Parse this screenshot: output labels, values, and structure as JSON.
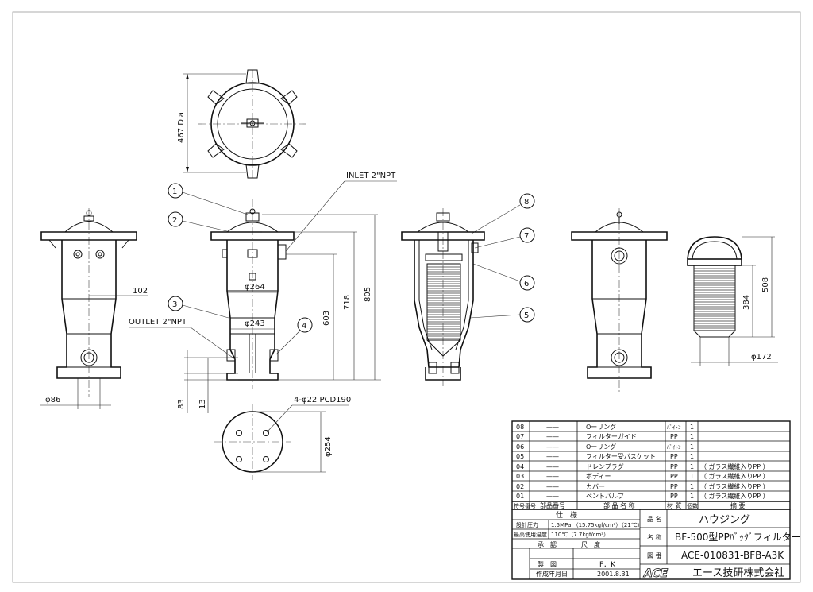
{
  "drawing": {
    "callouts": [
      "1",
      "2",
      "3",
      "4",
      "5",
      "6",
      "7",
      "8"
    ],
    "labels": {
      "inlet": "INLET  2\"NPT",
      "outlet": "OUTLET  2\"NPT",
      "bolt": "4-φ22  PCD190"
    },
    "dims": {
      "dia_top": "467 Dia",
      "d102": "102",
      "d86": "φ86",
      "d264": "φ264",
      "d243": "φ243",
      "d603": "603",
      "d718": "718",
      "d805": "805",
      "d83": "83",
      "d13": "13",
      "d254": "φ254",
      "d508": "508",
      "d384": "384",
      "d172": "φ172"
    }
  },
  "parts_list": {
    "rows": [
      {
        "no": "08",
        "part_no": "——",
        "name": "Oーリング",
        "material": "ﾊﾞｲﾄﾝ",
        "qty": "1",
        "note": ""
      },
      {
        "no": "07",
        "part_no": "——",
        "name": "フィルターガイド",
        "material": "PP",
        "qty": "1",
        "note": ""
      },
      {
        "no": "06",
        "part_no": "——",
        "name": "Oーリング",
        "material": "ﾊﾞｲﾄﾝ",
        "qty": "1",
        "note": ""
      },
      {
        "no": "05",
        "part_no": "——",
        "name": "フィルター受バスケット",
        "material": "PP",
        "qty": "1",
        "note": ""
      },
      {
        "no": "04",
        "part_no": "——",
        "name": "ドレンプラグ",
        "material": "PP",
        "qty": "1",
        "note": "（ ガラス繊維入りPP ）"
      },
      {
        "no": "03",
        "part_no": "——",
        "name": "ボディー",
        "material": "PP",
        "qty": "1",
        "note": "（ ガラス繊維入りPP ）"
      },
      {
        "no": "02",
        "part_no": "——",
        "name": "カバー",
        "material": "PP",
        "qty": "1",
        "note": "（ ガラス繊維入りPP ）"
      },
      {
        "no": "01",
        "part_no": "——",
        "name": "ベントバルブ",
        "material": "PP",
        "qty": "1",
        "note": "（ ガラス繊維入りPP ）"
      }
    ],
    "header": {
      "no": "符号番号",
      "part_no": "部品番号",
      "name": "部 品 名 称",
      "material": "材 質",
      "qty": "個数",
      "note": "摘 要"
    }
  },
  "title_block": {
    "spec_title": "仕　様",
    "spec_rows": [
      {
        "label": "設計圧力",
        "value": "1.5MPa （15.75kgf/cm²）（21℃）"
      },
      {
        "label": "最高使用温度",
        "value": "110℃（7.7kgf/cm²）"
      }
    ],
    "approve": "承　認",
    "scale": "尺　度",
    "drawn": "製　図",
    "drawn_by": "F．K",
    "date_label": "作成年月日",
    "date": "2001.8.31",
    "item_label": "品 名",
    "item_value": "ハウジング",
    "name_label": "名 称",
    "name_value": "BF-500型PPﾊﾞｯｸﾞフィルター",
    "dwg_label": "図 番",
    "dwg_value": "ACE-010831-BFB-A3K",
    "logo": "ACE",
    "company": "エース技研株式会社"
  }
}
